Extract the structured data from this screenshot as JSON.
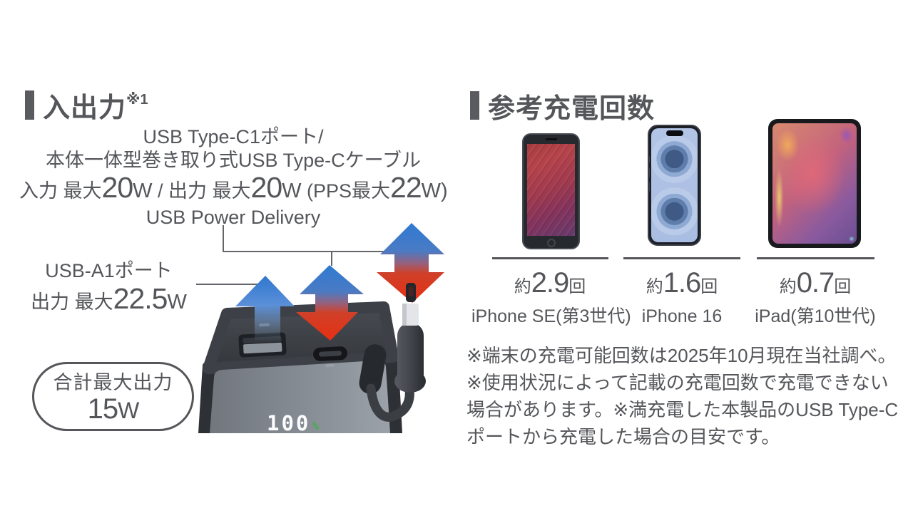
{
  "left": {
    "heading": "入出力",
    "heading_note": "※1",
    "typec": {
      "line1": "USB Type-C1ポート/",
      "line2": "本体一体型巻き取り式USB Type-Cケーブル",
      "io": {
        "in_label": "入力 最大",
        "in_val": "20",
        "in_unit": "W",
        "sep": " / ",
        "out_label": "出力 最大",
        "out_val": "20",
        "out_unit": "W",
        "pps_open": " (PPS最大",
        "pps_val": "22",
        "pps_close": "W)"
      },
      "line4": "USB Power Delivery"
    },
    "usba": {
      "title": "USB-A1ポート",
      "out_label": "出力 最大",
      "out_val": "22.5",
      "out_unit": "W"
    },
    "total": {
      "label": "合計最大出力",
      "val": "15",
      "unit": "W"
    },
    "display": {
      "val": "100",
      "unit": "%"
    }
  },
  "right": {
    "heading": "参考充電回数",
    "devices": [
      {
        "prefix": "約",
        "count": "2.9",
        "suffix": "回",
        "name": "iPhone SE(第3世代)"
      },
      {
        "prefix": "約",
        "count": "1.6",
        "suffix": "回",
        "name": "iPhone 16"
      },
      {
        "prefix": "約",
        "count": "0.7",
        "suffix": "回",
        "name": "iPad(第10世代)"
      }
    ],
    "notes": [
      "※端末の充電可能回数は2025年10月現在当社調べ。",
      "※使用状況によって記載の充電回数で充電できない",
      "場合があります。※満充電した本製品のUSB Type-C",
      "ポートから充電した場合の目安です。"
    ]
  },
  "colors": {
    "text_gray": "#54565a",
    "arrow_blue": "#2f79d2",
    "arrow_red": "#e63012",
    "display_green": "#3fae4a"
  }
}
